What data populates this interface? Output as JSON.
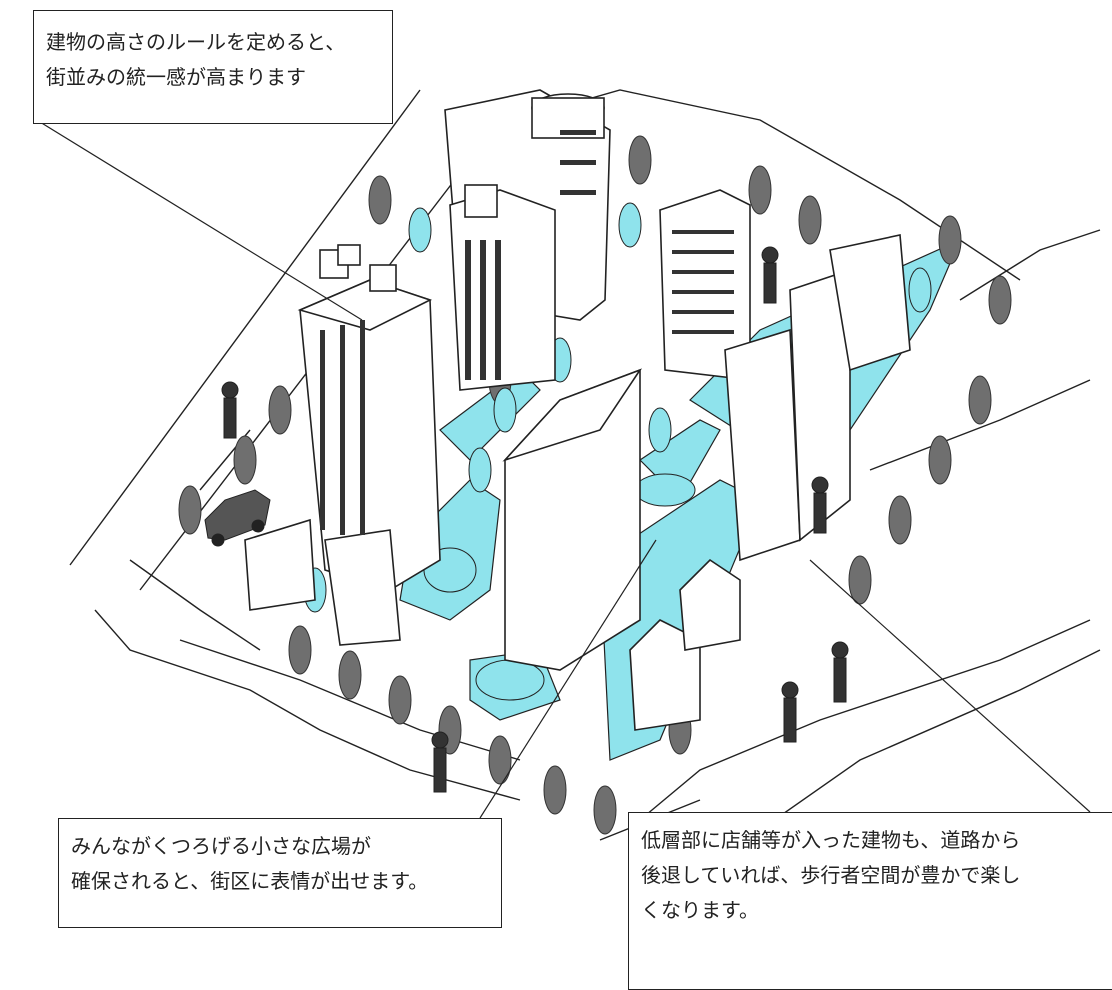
{
  "callouts": {
    "height_rule": {
      "lines": [
        "建物の高さのルールを定めると、",
        "街並みの統一感が高まります"
      ]
    },
    "plaza": {
      "lines": [
        "みんながくつろげる小さな広場が",
        "確保されると、街区に表情が出せます。"
      ]
    },
    "setback": {
      "lines": [
        "低層部に店舗等が入った建物も、道路から",
        "後退していれば、歩行者空間が豊かで楽し",
        "くなります。"
      ]
    }
  },
  "colors": {
    "plaza_blue": "#8fe3ec",
    "tree_gray": "#6f6f6f",
    "building_white": "#ffffff",
    "line": "#222222"
  }
}
